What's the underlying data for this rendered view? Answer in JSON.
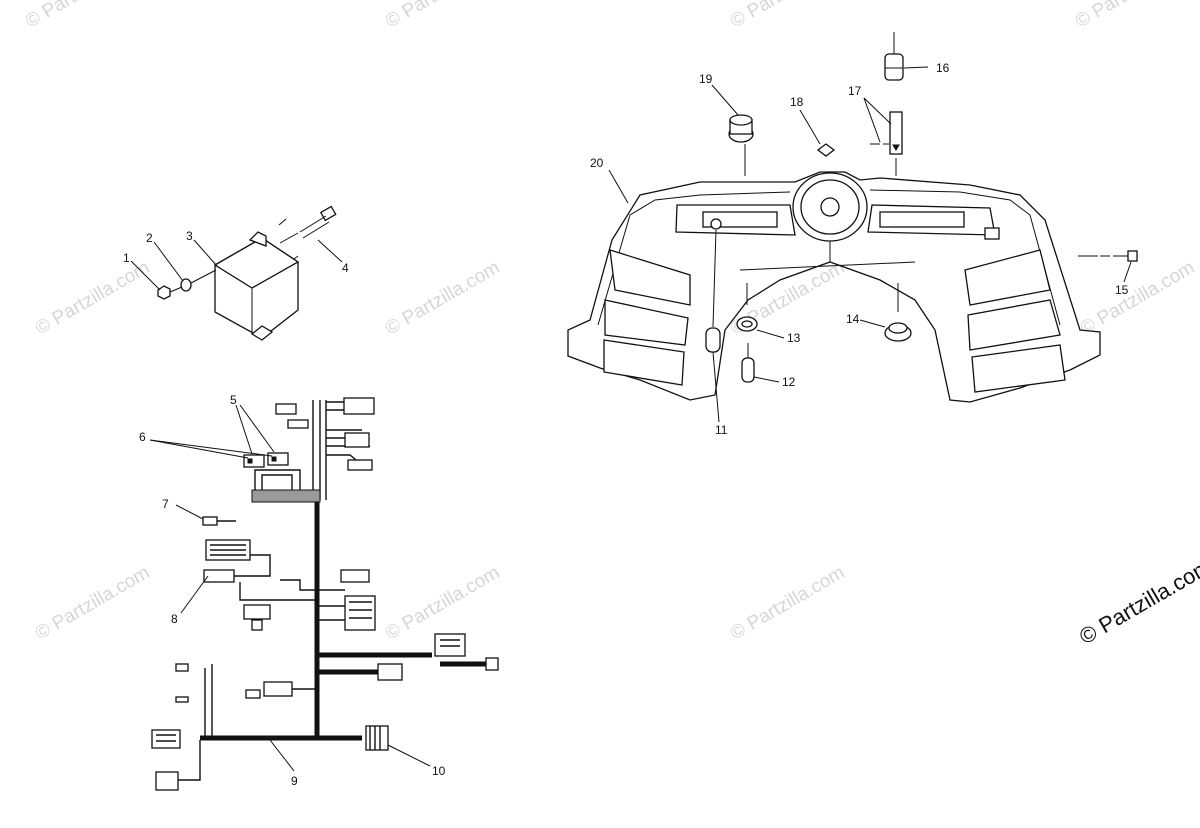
{
  "watermark": "© Partzilla.com",
  "callouts": {
    "c1": "1",
    "c2": "2",
    "c3": "3",
    "c4": "4",
    "c5": "5",
    "c6": "6",
    "c7": "7",
    "c8": "8",
    "c9": "9",
    "c10": "10",
    "c11": "11",
    "c12": "12",
    "c13": "13",
    "c14": "14",
    "c15": "15",
    "c16": "16",
    "c17": "17",
    "c18": "18",
    "c19": "19",
    "c20": "20"
  }
}
